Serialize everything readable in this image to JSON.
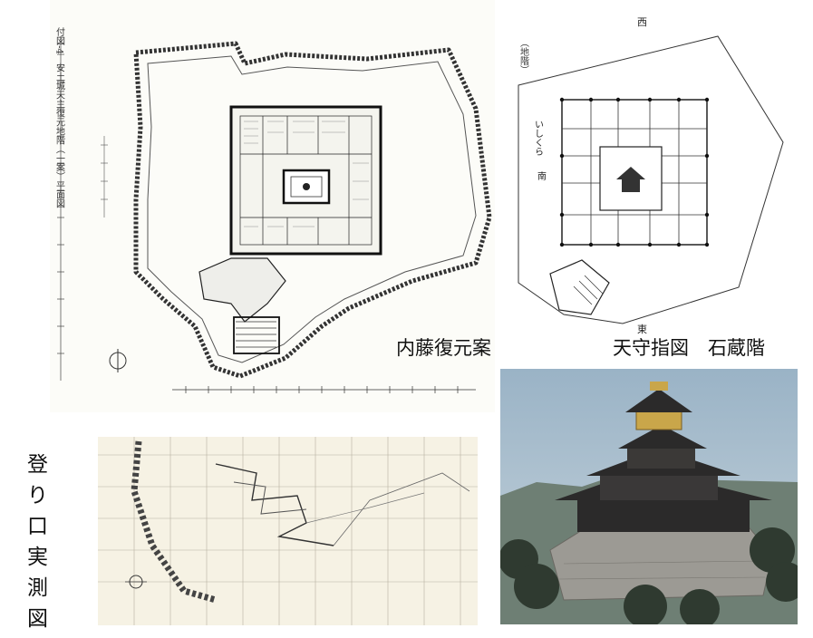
{
  "captions": {
    "naito": "内藤復元案",
    "tenshu": "天守指図　石蔵階",
    "nobori": "登り口実測図"
  },
  "plan_a": {
    "side_title": "付図-4　安土城天主復元地階（一案）平面図"
  },
  "plan_b": {
    "floor_label": "（地階）",
    "north_mark": "西",
    "south_mark": "東",
    "side_label": "いしくら",
    "side_label2": "南"
  },
  "colors": {
    "ink": "#1a1a1a",
    "sky": "#8aa4b8",
    "roof": "#2b2a2a",
    "stone": "#9c9a94",
    "gold": "#c9a64a",
    "paper_c": "#f6f2e4"
  }
}
